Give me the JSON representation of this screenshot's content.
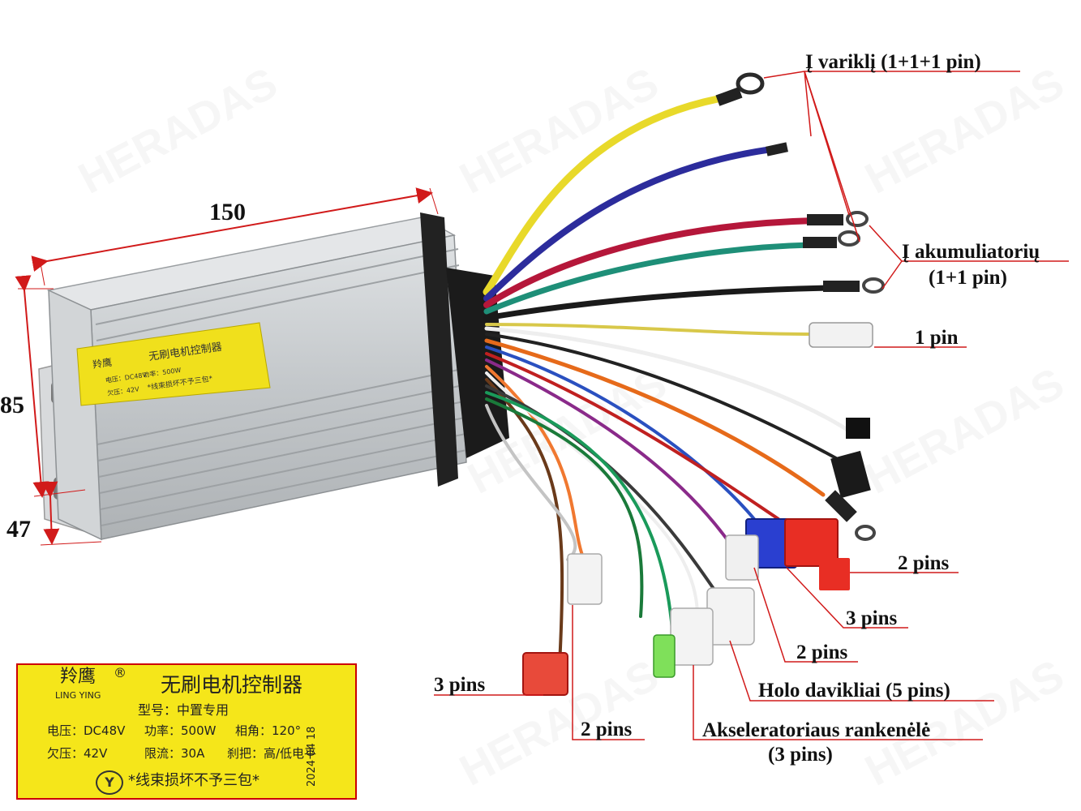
{
  "dimensions": {
    "length": "150",
    "height": "85",
    "bracket": "47"
  },
  "callouts": {
    "motor": "Į variklį (1+1+1 pin)",
    "battery_line1": "Į akumuliatorių",
    "battery_line2": "(1+1 pin)",
    "one_pin": "1 pin",
    "two_pins_right": "2 pins",
    "three_pins_right": "3 pins",
    "two_pins_mid": "2 pins",
    "hall": "Holo davikliai (5 pins)",
    "throttle_line1": "Akseleratoriaus rankenėlė",
    "throttle_line2": "(3 pins)",
    "two_pins_bottom": "2 pins",
    "three_pins_left": "3 pins"
  },
  "label_plate": {
    "brand_cn": "羚鹰",
    "registered": "®",
    "brand_en": "LING YING",
    "title": "无刷电机控制器",
    "model": "型号：中置专用",
    "voltage": "电压：DC48V",
    "power": "功率：500W",
    "phase": "相角：120°",
    "undervoltage": "欠压：42V",
    "current": "限流：30A",
    "brake": "刹把：高/低电平",
    "warranty": "*线束损坏不予三包*",
    "date": "2024 04 18"
  },
  "watermark": "HERADAS",
  "colors": {
    "housing": "#c9ccce",
    "label_yellow": "#f5e61a",
    "leader_red": "#d11a1a",
    "wire_yellow": "#e8d92a",
    "wire_blue": "#2c2c9c",
    "wire_red": "#b5173a",
    "wire_green": "#1e8f78",
    "wire_black": "#1a1a1a"
  }
}
